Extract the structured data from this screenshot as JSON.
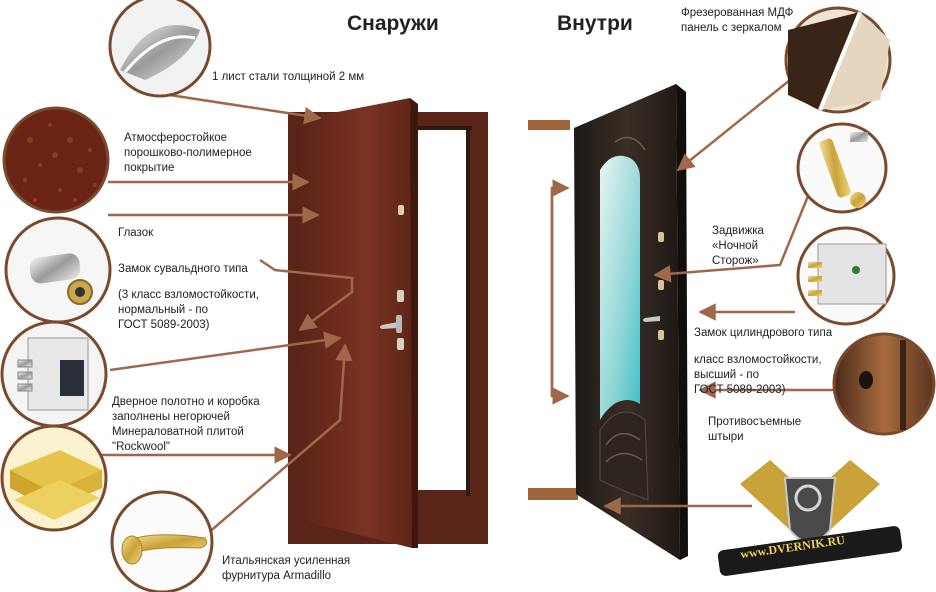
{
  "headings": {
    "outside": "Снаружи",
    "inside": "Внутри"
  },
  "left_labels": {
    "steel": "1 лист стали толщиной 2 мм",
    "coating": "Атмосферостойкое\nпорошково-полимерное\nпокрытие",
    "peephole": "Глазок",
    "lock_type": "Замок сувальдного типа",
    "lock_class": "(3 класс взломостойкости,\nнормальный - по\nГОСТ 5089-2003)",
    "filling": "Дверное полотно и коробка\nзаполнены негорючей\nМинераловатной плитой\n\"Rockwool\"",
    "hardware": "Итальянская усиленная\nфурнитура Armadillo"
  },
  "right_labels": {
    "mdf_panel": "Фрезерованная МДФ\nпанель с зеркалом",
    "night_latch": "Задвижка\n«Ночной\nСторож»",
    "cylinder_lock": "Замок цилиндрового типа",
    "cylinder_class": "класс взломостойкости,\nвысший - по\nГОСТ 5089-2003)",
    "anti_removal": "Противосъемные\nштыри"
  },
  "logo": {
    "text": "www.DVERNIK.RU"
  },
  "colors": {
    "callout_line": "#a0684a",
    "circle_border": "#7a4a2e",
    "door_outer": "#6b2b1c",
    "door_inner": "#2a221d",
    "frame": "#5a2418"
  }
}
